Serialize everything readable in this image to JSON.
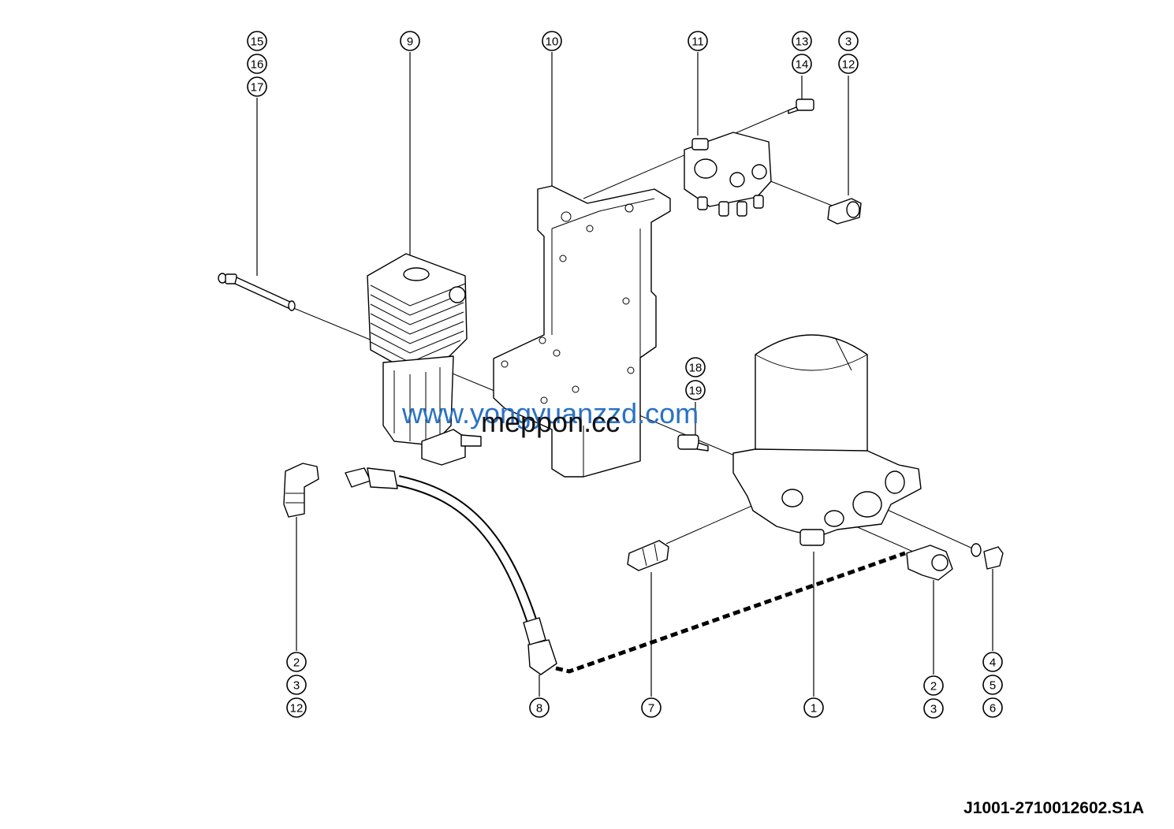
{
  "diagram": {
    "document_number": "J1001-2710012602.S1A",
    "watermarks": [
      "www.yongyuanzzd.com",
      "meppon.cc"
    ],
    "watermark_colors": {
      "primary": "#2a72c4",
      "secondary": "#111111"
    },
    "callout_groups": [
      {
        "id": "g-15-16-17",
        "labels": [
          "15",
          "16",
          "17"
        ]
      },
      {
        "id": "g-9",
        "labels": [
          "9"
        ]
      },
      {
        "id": "g-10",
        "labels": [
          "10"
        ]
      },
      {
        "id": "g-11",
        "labels": [
          "11"
        ]
      },
      {
        "id": "g-13-14",
        "labels": [
          "13",
          "14"
        ]
      },
      {
        "id": "g-3-12-top",
        "labels": [
          "3",
          "12"
        ]
      },
      {
        "id": "g-18-19",
        "labels": [
          "18",
          "19"
        ]
      },
      {
        "id": "g-2-3-12",
        "labels": [
          "2",
          "3",
          "12"
        ]
      },
      {
        "id": "g-8",
        "labels": [
          "8"
        ]
      },
      {
        "id": "g-7",
        "labels": [
          "7"
        ]
      },
      {
        "id": "g-1",
        "labels": [
          "1"
        ]
      },
      {
        "id": "g-2-3",
        "labels": [
          "2",
          "3"
        ]
      },
      {
        "id": "g-4-5-6",
        "labels": [
          "4",
          "5",
          "6"
        ]
      }
    ]
  }
}
